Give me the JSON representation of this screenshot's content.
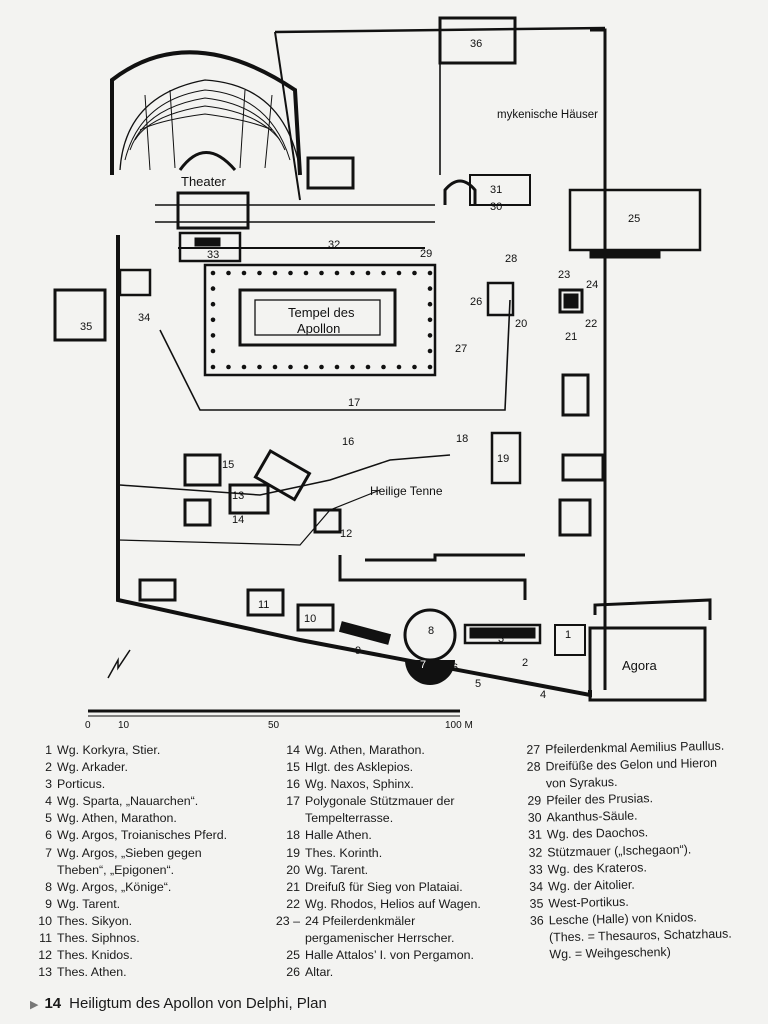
{
  "plan": {
    "labels": {
      "theater": "Theater",
      "mykenische": "mykenische Häuser",
      "tempel1": "Tempel des",
      "tempel2": "Apollon",
      "tenne": "Heilige Tenne",
      "agora": "Agora"
    },
    "numbers": [
      "1",
      "2",
      "3",
      "4",
      "5",
      "6",
      "7",
      "8",
      "9",
      "10",
      "11",
      "12",
      "13",
      "14",
      "15",
      "16",
      "17",
      "18",
      "19",
      "20",
      "21",
      "22",
      "23",
      "24",
      "25",
      "26",
      "27",
      "28",
      "29",
      "30",
      "31",
      "32",
      "33",
      "34",
      "35",
      "36"
    ],
    "scale": {
      "t0": "0",
      "t10": "10",
      "t50": "50",
      "t100": "100 M"
    }
  },
  "legend": {
    "col1": [
      {
        "num": "1",
        "text": "Wg. Korkyra, Stier."
      },
      {
        "num": "2",
        "text": "Wg. Arkader."
      },
      {
        "num": "3",
        "text": "Porticus."
      },
      {
        "num": "4",
        "text": "Wg. Sparta, „Nauarchen“."
      },
      {
        "num": "5",
        "text": "Wg. Athen, Marathon."
      },
      {
        "num": "6",
        "text": "Wg. Argos, Troianisches Pferd."
      },
      {
        "num": "7",
        "text": "Wg. Argos, „Sieben gegen"
      },
      {
        "num": "",
        "text": "Theben“, „Epigonen“."
      },
      {
        "num": "8",
        "text": "Wg. Argos, „Könige“."
      },
      {
        "num": "9",
        "text": "Wg. Tarent."
      },
      {
        "num": "10",
        "text": "Thes. Sikyon."
      },
      {
        "num": "11",
        "text": "Thes. Siphnos."
      },
      {
        "num": "12",
        "text": "Thes. Knidos."
      },
      {
        "num": "13",
        "text": "Thes. Athen."
      }
    ],
    "col2": [
      {
        "num": "14",
        "text": "Wg. Athen, Marathon."
      },
      {
        "num": "15",
        "text": "Hlgt. des Asklepios."
      },
      {
        "num": "16",
        "text": "Wg. Naxos, Sphinx."
      },
      {
        "num": "17",
        "text": "Polygonale Stützmauer der"
      },
      {
        "num": "",
        "text": "Tempelterrasse."
      },
      {
        "num": "18",
        "text": "Halle Athen."
      },
      {
        "num": "19",
        "text": "Thes. Korinth."
      },
      {
        "num": "20",
        "text": "Wg. Tarent."
      },
      {
        "num": "21",
        "text": "Dreifuß für Sieg von Plataiai."
      },
      {
        "num": "22",
        "text": "Wg. Rhodos, Helios auf Wagen."
      },
      {
        "num": "23 –",
        "text": "24 Pfeilerdenkmäler"
      },
      {
        "num": "",
        "text": "pergamenischer Herrscher."
      },
      {
        "num": "25",
        "text": "Halle Attalos’ I. von Pergamon."
      },
      {
        "num": "26",
        "text": "Altar."
      }
    ],
    "col3": [
      {
        "num": "27",
        "text": "Pfeilerdenkmal Aemilius Paullus."
      },
      {
        "num": "28",
        "text": "Dreifüße des Gelon und Hieron"
      },
      {
        "num": "",
        "text": "von Syrakus."
      },
      {
        "num": "29",
        "text": "Pfeiler des Prusias."
      },
      {
        "num": "30",
        "text": "Akanthus-Säule."
      },
      {
        "num": "31",
        "text": "Wg. des Daochos."
      },
      {
        "num": "32",
        "text": "Stützmauer („Ischegaon“)."
      },
      {
        "num": "33",
        "text": "Wg. des Krateros."
      },
      {
        "num": "34",
        "text": "Wg. der Aitolier."
      },
      {
        "num": "35",
        "text": "West-Portikus."
      },
      {
        "num": "36",
        "text": "Lesche (Halle) von Knidos."
      },
      {
        "num": "",
        "text": "(Thes. = Thesauros, Schatzhaus."
      },
      {
        "num": "",
        "text": "Wg. = Weihgeschenk)"
      }
    ]
  },
  "caption": {
    "figure": "14",
    "title": "Heiligtum des Apollon von Delphi, Plan"
  }
}
